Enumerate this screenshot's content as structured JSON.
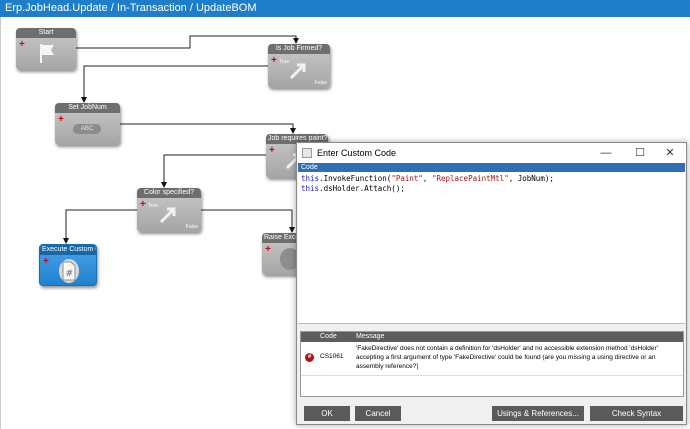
{
  "window": {
    "title": "Erp.JobHead.Update / In-Transaction / UpdateBOM"
  },
  "nodes": {
    "start": {
      "label": "Start"
    },
    "is_job_firmed": {
      "label": "Is Job Firmed?",
      "true_tag": "True",
      "false_tag": "False"
    },
    "set_jobnum": {
      "label": "Set JobNum",
      "icon_text": "ABC"
    },
    "job_requires_paint": {
      "label": "Job requires paint?"
    },
    "color_specified": {
      "label": "Color specified?",
      "true_tag": "True",
      "false_tag": "False"
    },
    "execute_custom_code": {
      "label": "Execute Custom Code"
    },
    "raise_exception": {
      "label": "Raise Exception"
    }
  },
  "dialog": {
    "title": "Enter Custom Code",
    "code_label": "Code",
    "code_lines": [
      [
        "this",
        ".InvokeFunction(",
        "\"Paint\"",
        ", ",
        "\"ReplacePaintMtl\"",
        ", JobNum);"
      ],
      [
        "this",
        ".dsHolder.Attach();"
      ]
    ],
    "errors": {
      "columns": [
        "Code",
        "Message"
      ],
      "rows": [
        {
          "code": "CS1061",
          "message": "'FakeDirective' does not contain a definition for 'dsHolder' and no accessible extension method 'dsHolder' accepting a first argument of type 'FakeDirective' could be found (are you missing a using directive or an assembly reference?)"
        }
      ]
    },
    "buttons": {
      "ok": "OK",
      "cancel": "Cancel",
      "usings": "Usings & References...",
      "check_syntax": "Check Syntax"
    }
  },
  "colors": {
    "titlebar": "#1f7ec9",
    "node_header": "#6e6e6e",
    "action_node": "#1f82d1",
    "code_header": "#2f6fb5",
    "error_icon": "#b31014"
  }
}
